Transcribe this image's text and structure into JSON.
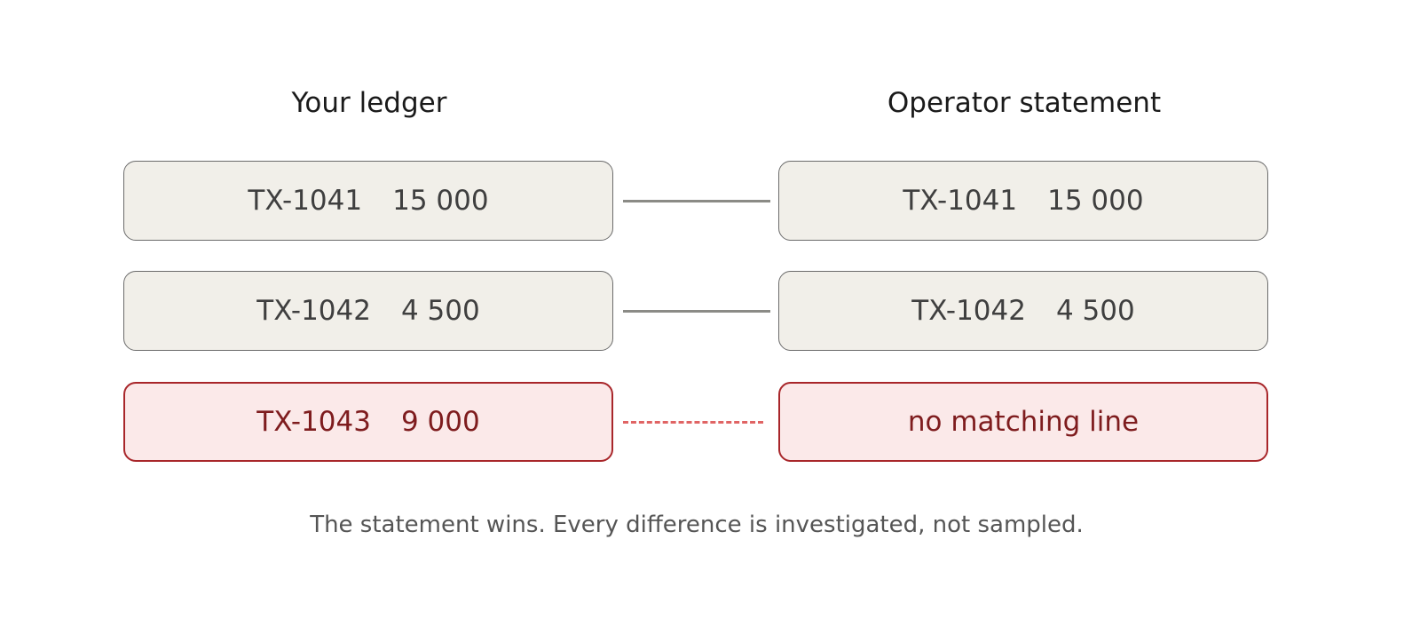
{
  "columns": {
    "left_title": "Your ledger",
    "right_title": "Operator statement"
  },
  "rows": [
    {
      "ledger": {
        "id": "TX-1041",
        "amount": "15 000"
      },
      "statement": {
        "id": "TX-1041",
        "amount": "15 000"
      },
      "status": "matched"
    },
    {
      "ledger": {
        "id": "TX-1042",
        "amount": "4 500"
      },
      "statement": {
        "id": "TX-1042",
        "amount": "4 500"
      },
      "status": "matched"
    },
    {
      "ledger": {
        "id": "TX-1043",
        "amount": "9 000"
      },
      "statement": {
        "text": "no matching line"
      },
      "status": "unmatched"
    }
  ],
  "footnote": "The statement wins. Every difference is investigated, not sampled.",
  "colors": {
    "matched_fill": "#f1efe9",
    "matched_border": "#6b6b6b",
    "unmatched_fill": "#fbe9e9",
    "unmatched_border": "#a8262a",
    "unmatched_text": "#7e1c1e",
    "solid_connector": "#8b8b86",
    "dashed_connector": "#e06464"
  }
}
